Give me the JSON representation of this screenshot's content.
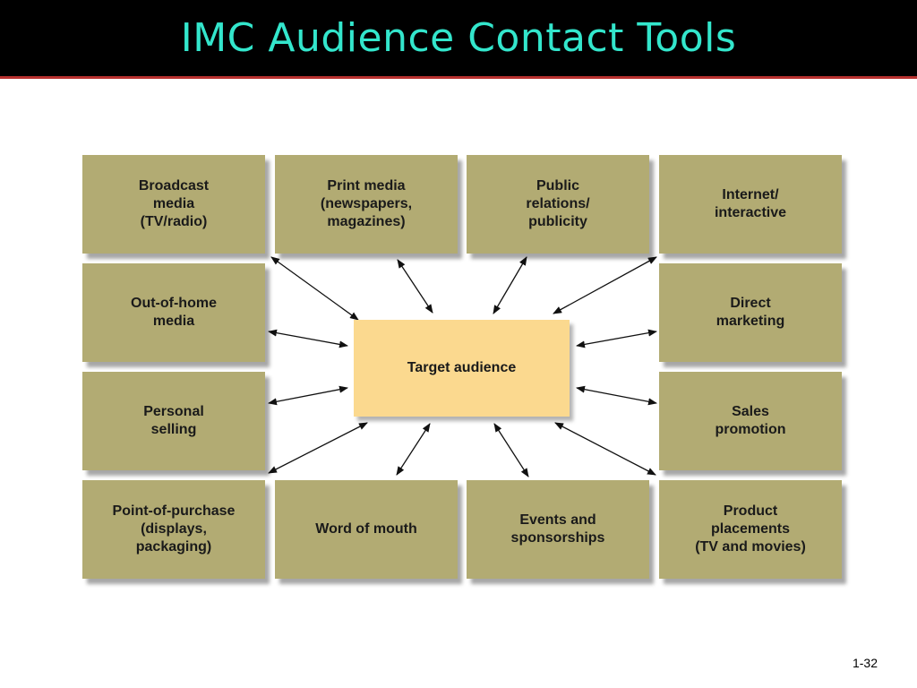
{
  "header": {
    "title": "IMC Audience Contact Tools"
  },
  "center": {
    "label": "Target audience"
  },
  "tools": [
    {
      "id": "broadcast",
      "label": "Broadcast\nmedia\n(TV/radio)"
    },
    {
      "id": "print",
      "label": "Print media\n(newspapers,\nmagazines)"
    },
    {
      "id": "pr",
      "label": "Public\nrelations/\npublicity"
    },
    {
      "id": "internet",
      "label": "Internet/\ninteractive"
    },
    {
      "id": "ooh",
      "label": "Out-of-home\nmedia"
    },
    {
      "id": "direct",
      "label": "Direct\nmarketing"
    },
    {
      "id": "selling",
      "label": "Personal\nselling"
    },
    {
      "id": "sales",
      "label": "Sales\npromotion"
    },
    {
      "id": "pop",
      "label": "Point-of-purchase\n(displays,\npackaging)"
    },
    {
      "id": "wom",
      "label": "Word of mouth"
    },
    {
      "id": "events",
      "label": "Events and\nsponsorships"
    },
    {
      "id": "placement",
      "label": "Product\nplacements\n(TV and movies)"
    }
  ],
  "footer": {
    "page_number": "1-32"
  },
  "colors": {
    "box": "#b2ab73",
    "center": "#fbd98f",
    "title": "#33e6cc",
    "title_bar": "#000000",
    "rule": "#b8312f"
  }
}
